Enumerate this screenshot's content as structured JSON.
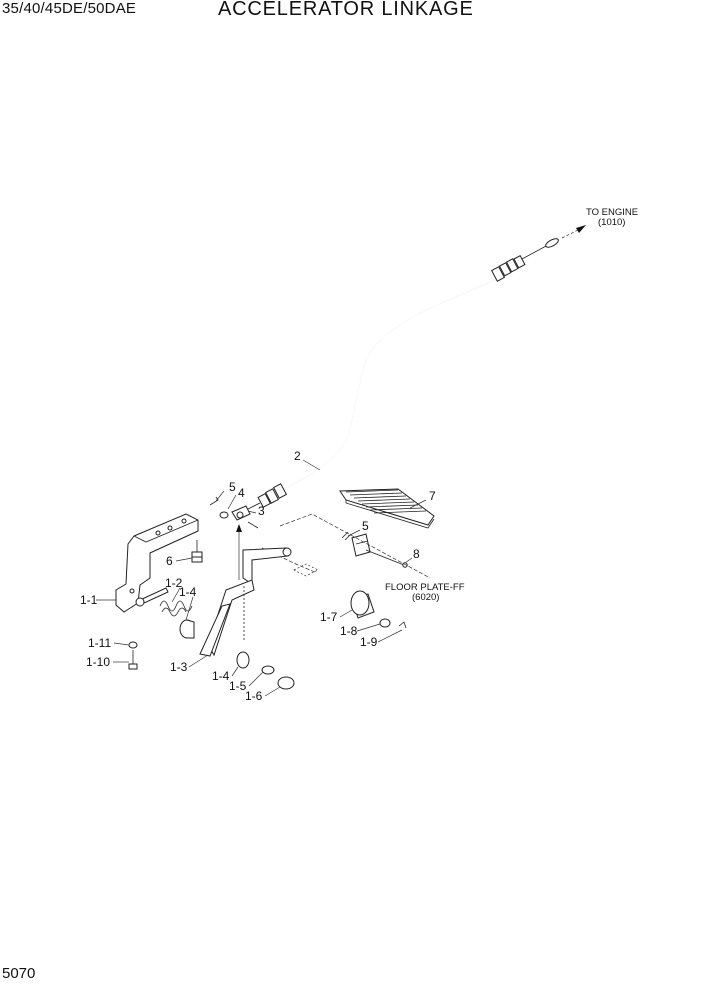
{
  "header": {
    "model": "35/40/45DE/50DAE",
    "title": "ACCELERATOR LINKAGE"
  },
  "footer": {
    "page_number": "5070"
  },
  "callouts": {
    "to_engine": "TO ENGINE",
    "to_engine_ref": "(1010)",
    "floor_plate": "FLOOR PLATE-FF",
    "floor_plate_ref": "(6020)"
  },
  "labels": {
    "p2": "2",
    "p3": "3",
    "p4": "4",
    "p5a": "5",
    "p5b": "5",
    "p6": "6",
    "p7": "7",
    "p8": "8",
    "p1_1": "1-1",
    "p1_2": "1-2",
    "p1_3": "1-3",
    "p1_4a": "1-4",
    "p1_4b": "1-4",
    "p1_5": "1-5",
    "p1_6": "1-6",
    "p1_7": "1-7",
    "p1_8": "1-8",
    "p1_9": "1-9",
    "p1_10": "1-10",
    "p1_11": "1-11"
  }
}
